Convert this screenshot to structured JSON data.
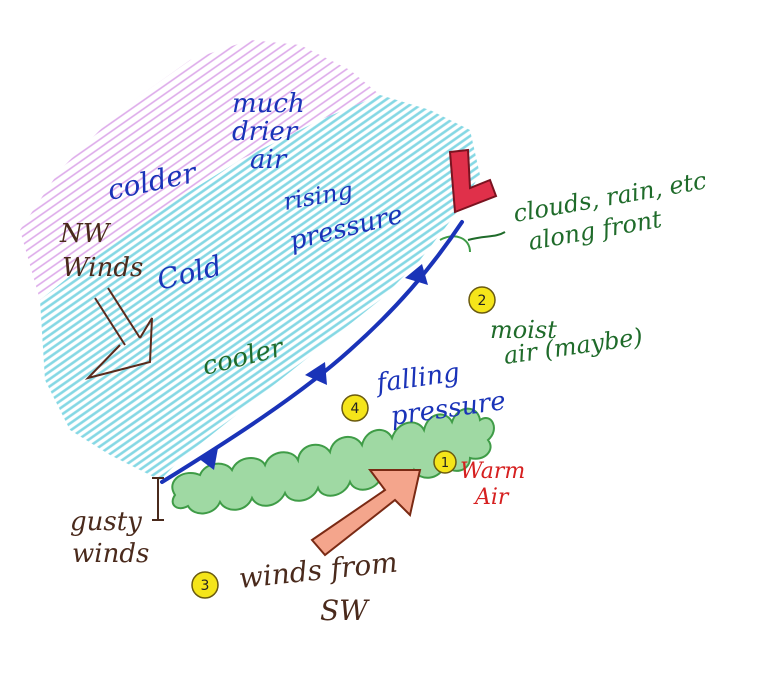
{
  "labels": {
    "much": "much",
    "drier": "drier",
    "air_top": "air",
    "colder": "colder",
    "rising": "rising",
    "pressure_rising": "pressure",
    "nw": "NW",
    "winds_nw": "Winds",
    "cold": "Cold",
    "cooler": "cooler",
    "clouds_line1": "clouds, rain, etc",
    "clouds_line2": "along front",
    "moist_line1": "moist",
    "moist_line2": "air (maybe)",
    "falling": "falling",
    "pressure_falling": "pressure",
    "warm": "Warm",
    "air_warm": "Air",
    "gusty": "gusty",
    "winds_gusty": "winds",
    "winds_from": "winds from",
    "sw": "SW"
  },
  "markers": {
    "m1": "1",
    "m2": "2",
    "m3": "3",
    "m4": "4"
  },
  "colors": {
    "cold_region": "#7fd6e3",
    "colder_region": "#d79be6",
    "front_line": "#1a33b8",
    "clouds": "#4caf50",
    "warm_arrow": "#e8775a",
    "symbol_L": "#e0304a",
    "marker": "#f5e51a",
    "text_blue": "#1a33b8",
    "text_green": "#1f6b2a",
    "text_brown": "#4a2a1c",
    "text_red": "#d62020"
  }
}
